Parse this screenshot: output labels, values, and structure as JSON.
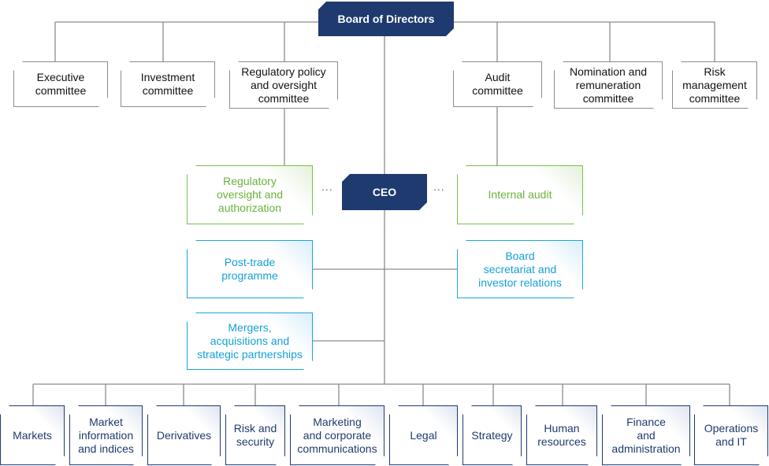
{
  "board": "Board of Directors",
  "committees": [
    "Executive\ncommittee",
    "Investment\ncommittee",
    "Regulatory policy\nand oversight\ncommittee",
    "Audit\ncommittee",
    "Nomination and\nremuneration\ncommittee",
    "Risk\nmanagement\ncommittee"
  ],
  "ceo": "CEO",
  "ceo_left": "Regulatory\noversight and\nauthorization",
  "ceo_right": "Internal  audit",
  "staff_left": [
    "Post-trade\nprogramme",
    "Mergers,\nacquisitions and\nstrategic partnerships"
  ],
  "staff_right": [
    "Board\nsecretariat and\ninvestor relations"
  ],
  "dots": "...",
  "departments": [
    "Markets",
    "Market\ninformation\nand indices",
    "Derivatives",
    "Risk and\nsecurity",
    "Marketing\nand corporate\ncommunications",
    "Legal",
    "Strategy",
    "Human\nresources",
    "Finance\nand\nadministration",
    "Operations\nand IT"
  ],
  "colors": {
    "navy": "#1f3a6e",
    "green": "#6ab23a",
    "cyan": "#14a0d8",
    "grey": "#8c8c8c"
  }
}
